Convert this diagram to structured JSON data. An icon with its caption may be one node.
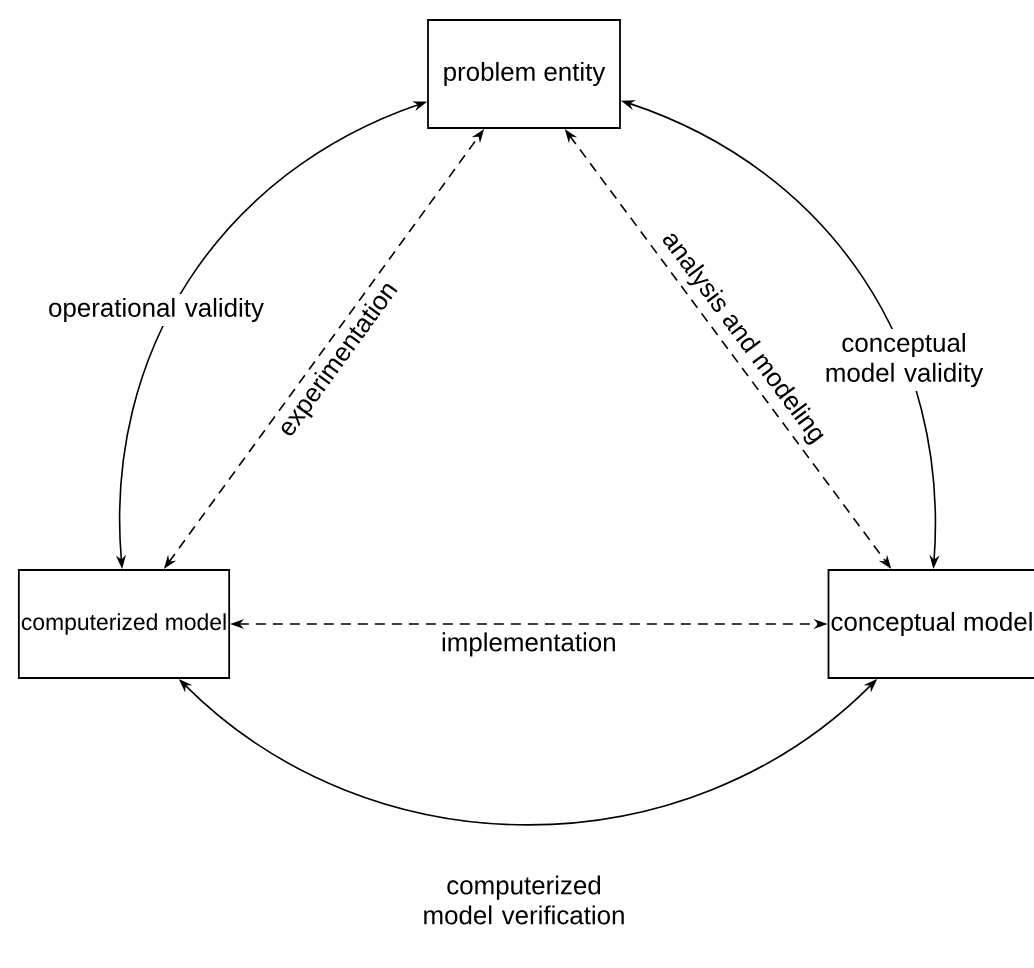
{
  "diagram": {
    "nodes": [
      {
        "text": [
          "problem entity"
        ]
      },
      {
        "text": [
          "computerized model"
        ]
      },
      {
        "text": [
          "conceptual model"
        ]
      }
    ],
    "edges": [
      {
        "from": 0,
        "to": 1,
        "arrow": "both",
        "label": "operational validity"
      },
      {
        "from": 0,
        "to": 2,
        "arrow": "both",
        "label": "conceptual model validity"
      },
      {
        "from": 1,
        "to": 2,
        "arrow": "both",
        "label": "computerized model verification"
      },
      {
        "from": 1,
        "to": 0,
        "arrow": "both",
        "style": "dashed",
        "label": "experimentation"
      },
      {
        "from": 0,
        "to": 2,
        "arrow": "both",
        "style": "dashed",
        "label": "analysis and modeling"
      },
      {
        "from": 1,
        "to": 2,
        "arrow": "both",
        "style": "dashed",
        "label": "implementation"
      }
    ]
  }
}
